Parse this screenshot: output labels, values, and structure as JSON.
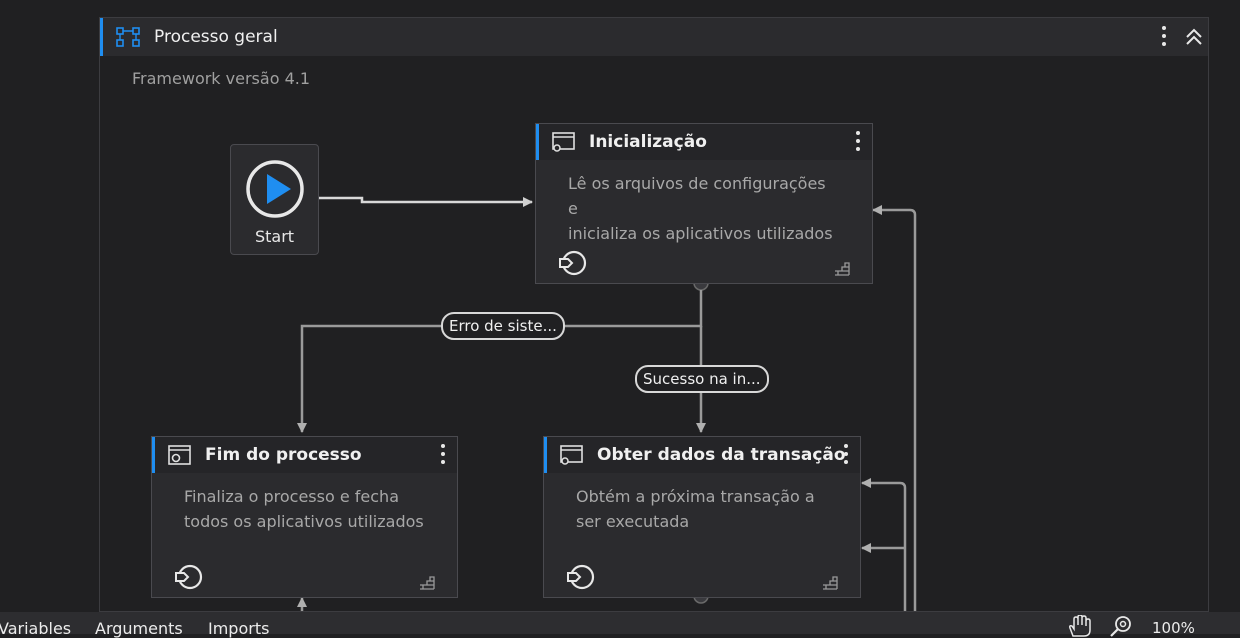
{
  "sequence": {
    "title": "Processo geral",
    "subtitle": "Framework versão 4.1",
    "icon": "flowchart-icon"
  },
  "start_node": {
    "label": "Start",
    "icon": "play-icon"
  },
  "states": [
    {
      "title": "Inicialização",
      "description_line1": "Lê os arquivos de configurações e",
      "description_line2": "inicializa os aplicativos utilizados",
      "icon": "state-icon",
      "entry_icon": "entry-icon",
      "steps_icon": "steps-icon"
    },
    {
      "title": "Fim do processo",
      "description_line1": "Finaliza o processo e fecha",
      "description_line2": "todos os aplicativos utilizados",
      "icon": "final-state-icon",
      "entry_icon": "entry-icon",
      "steps_icon": "steps-icon"
    },
    {
      "title": "Obter dados da transação",
      "description_line1": "Obtém a próxima transação a",
      "description_line2": "ser executada",
      "icon": "state-icon",
      "entry_icon": "entry-icon",
      "steps_icon": "steps-icon"
    }
  ],
  "transitions": [
    {
      "label": "Erro de siste..."
    },
    {
      "label": "Sucesso na in..."
    }
  ],
  "statusbar": {
    "tabs": [
      "Variables",
      "Arguments",
      "Imports"
    ],
    "zoom": "100%",
    "icons": [
      "hand-icon",
      "zoom-icon"
    ]
  },
  "colors": {
    "accent": "#1f8ef1",
    "background": "#202022",
    "panel": "#2b2b2e",
    "wire": "#9a9a9a"
  }
}
